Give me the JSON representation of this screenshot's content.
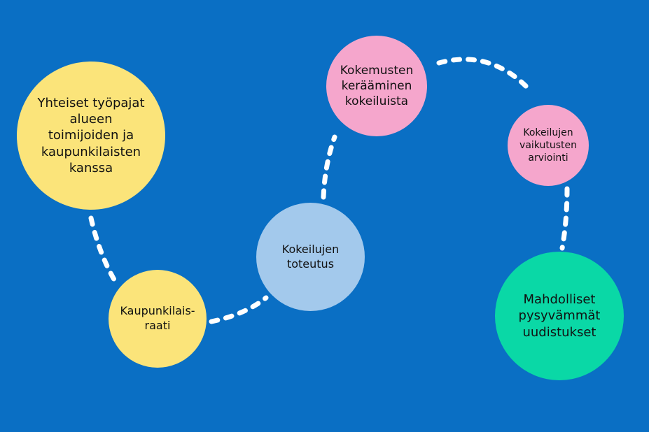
{
  "colors": {
    "background": "#0A6FC4",
    "yellow": "#FBE47A",
    "light_blue": "#A3C9EC",
    "pink": "#F5A6CC",
    "green": "#0AD8A6",
    "connector": "#FFFFFF"
  },
  "nodes": [
    {
      "id": "workshops",
      "label": "Yhteiset työpajat\nalueen\ntoimijoiden ja\nkaupunkilaisten\nkanssa"
    },
    {
      "id": "panel",
      "label": "Kaupunkilais-\nraati"
    },
    {
      "id": "implementation",
      "label": "Kokeilujen\ntoteutus"
    },
    {
      "id": "experiences",
      "label": "Kokemusten\nkerääminen\nkokeiluista"
    },
    {
      "id": "evaluation",
      "label": "Kokeilujen\nvaikutusten\narviointi"
    },
    {
      "id": "reforms",
      "label": "Mahdolliset\npysyvämmät\nuudistukset"
    }
  ]
}
